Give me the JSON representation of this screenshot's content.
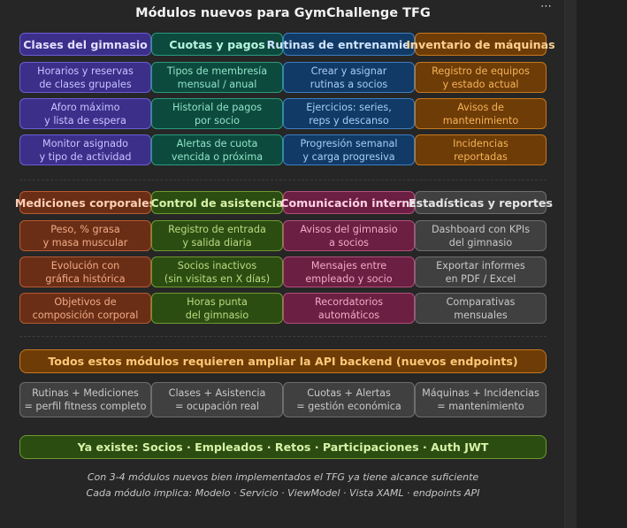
{
  "title": "Módulos nuevos para GymChallenge TFG",
  "menu_icon": "⋯",
  "sections": [
    {
      "columns": [
        {
          "heading": "Clases del gimnasio",
          "color": "purple",
          "items": [
            "Horarios y reservas\nde clases grupales",
            "Aforo máximo\ny lista de espera",
            "Monitor asignado\ny tipo de actividad"
          ]
        },
        {
          "heading": "Cuotas y pagos",
          "color": "teal",
          "items": [
            "Tipos de membresía\nmensual / anual",
            "Historial de pagos\npor socio",
            "Alertas de cuota\nvencida o próxima"
          ]
        },
        {
          "heading": "Rutinas de entrenamiento",
          "color": "blue",
          "items": [
            "Crear y asignar\nrutinas a socios",
            "Ejercicios: series,\nreps y descanso",
            "Progresión semanal\ny carga progresiva"
          ]
        },
        {
          "heading": "Inventario de máquinas",
          "color": "orange",
          "items": [
            "Registro de equipos\ny estado actual",
            "Avisos de\nmantenimiento",
            "Incidencias\nreportadas"
          ]
        }
      ]
    },
    {
      "columns": [
        {
          "heading": "Mediciones corporales",
          "color": "rust",
          "items": [
            "Peso, % grasa\ny masa muscular",
            "Evolución con\ngráfica histórica",
            "Objetivos de\ncomposición corporal"
          ]
        },
        {
          "heading": "Control de asistencia",
          "color": "green",
          "items": [
            "Registro de entrada\ny salida diaria",
            "Socios inactivos\n(sin visitas en X días)",
            "Horas punta\ndel gimnasio"
          ]
        },
        {
          "heading": "Comunicación interna",
          "color": "magenta",
          "items": [
            "Avisos del gimnasio\na socios",
            "Mensajes entre\nempleado y socio",
            "Recordatorios\nautomáticos"
          ]
        },
        {
          "heading": "Estadísticas y reportes",
          "color": "gray",
          "items": [
            "Dashboard con KPIs\ndel gimnasio",
            "Exportar informes\nen PDF / Excel",
            "Comparativas\nmensuales"
          ]
        }
      ]
    }
  ],
  "api_banner": "Todos estos módulos requieren ampliar la API backend (nuevos endpoints)",
  "combos": [
    "Rutinas + Mediciones\n= perfil fitness completo",
    "Clases + Asistencia\n= ocupación real",
    "Cuotas + Alertas\n= gestión económica",
    "Máquinas + Incidencias\n= mantenimiento"
  ],
  "existing_banner": "Ya existe: Socios · Empleados · Retos · Participaciones · Auth JWT",
  "footer_lines": [
    "Con 3-4 módulos nuevos bien implementados el TFG ya tiene alcance suficiente",
    "Cada módulo implica: Modelo · Servicio · ViewModel · Vista XAML · endpoints API"
  ]
}
